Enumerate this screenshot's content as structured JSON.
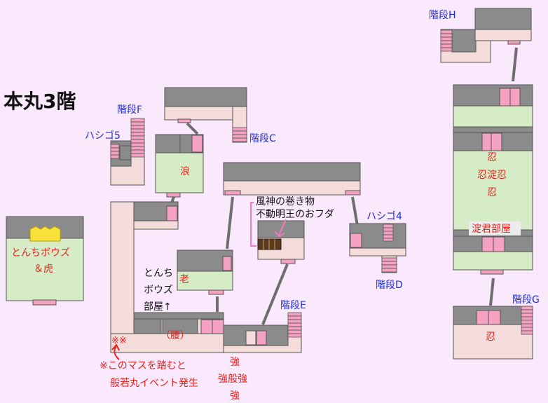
{
  "title": "本丸3階",
  "colors": {
    "background": "#fae8fd",
    "floor": "#f3dcd9",
    "wall": "#8b8b8b",
    "room_green": "#d5ecc7",
    "stairs": "#f5a1c2",
    "connector": "#6e6e6e",
    "label_blue": "#1f2fd8",
    "label_red": "#e8231d"
  },
  "icons": {
    "boss_marker": "yellow-crown-icon",
    "event_arrow": "red-up-arrow-icon",
    "note_arrow": "pink-arrow-icon",
    "chest": "treasure-chest-icon"
  },
  "labels": {
    "stairs_h": "階段H",
    "stairs_f": "階段F",
    "ladder_5": "ハシゴ5",
    "stairs_c": "階段C",
    "ladder_4": "ハシゴ4",
    "stairs_d": "階段D",
    "stairs_e": "階段E",
    "stairs_g": "階段G"
  },
  "rooms": {
    "nami": "浪",
    "oi": "老",
    "tonchi_boss": "とんちボウズ",
    "and_tora": "＆虎",
    "tonchi_room_1": "とんち",
    "tonchi_room_2": "ボウズ",
    "tonchi_room_3": "部屋↑",
    "koshi": "（腰）",
    "shinobu_top": "忍",
    "shinobu_mid": "忍淀忍",
    "shinobu_bot": "忍",
    "yodogimi": "淀君部屋",
    "shinobu_g": "忍",
    "kyo_top": "強",
    "kyo_mid": "強般強",
    "kyo_bot": "強"
  },
  "notes": {
    "item_line1": "風神の巻き物",
    "item_line2": "不動明王のおフダ",
    "event_marks": "※※",
    "event_line1": "※このマスを踏むと",
    "event_line2": "般若丸イベント発生"
  }
}
